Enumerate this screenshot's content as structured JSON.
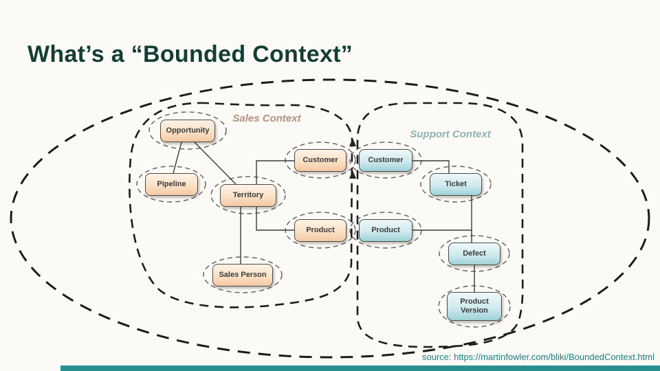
{
  "slide": {
    "title": "What’s a “Bounded Context”",
    "source_text": "source: https://martinfowler.com/bliki/BoundedContext.html"
  },
  "diagram": {
    "context_labels": {
      "sales": "Sales Context",
      "support": "Support Context"
    },
    "entities": [
      {
        "id": "opportunity",
        "label": "Opportunity",
        "context": "sales"
      },
      {
        "id": "pipeline",
        "label": "Pipeline",
        "context": "sales"
      },
      {
        "id": "territory",
        "label": "Territory",
        "context": "sales"
      },
      {
        "id": "sales-person",
        "label": "Sales Person",
        "context": "sales"
      },
      {
        "id": "customer-sales",
        "label": "Customer",
        "context": "sales"
      },
      {
        "id": "product-sales",
        "label": "Product",
        "context": "sales"
      },
      {
        "id": "customer-support",
        "label": "Customer",
        "context": "support"
      },
      {
        "id": "product-support",
        "label": "Product",
        "context": "support"
      },
      {
        "id": "ticket",
        "label": "Ticket",
        "context": "support"
      },
      {
        "id": "defect",
        "label": "Defect",
        "context": "support"
      },
      {
        "id": "product-version",
        "label": "Product Version",
        "context": "support"
      }
    ],
    "relationships": [
      "Opportunity - Pipeline",
      "Opportunity - Territory",
      "Territory - Customer",
      "Territory - Product",
      "Territory - Sales Person",
      "Customer - Ticket",
      "Ticket - Defect",
      "Product - Defect",
      "Defect - Product Version"
    ]
  },
  "colors": {
    "background": "#fbfaf7",
    "title_text": "#143d34",
    "sales_label": "#b3907f",
    "support_label": "#8fb3b1",
    "sales_box_top": "#fdf3e7",
    "sales_box_bottom": "#f4c9a4",
    "support_box_top": "#eef8f9",
    "support_box_bottom": "#9dd2d8",
    "box_border": "#4a4a4a",
    "connector_line": "#3a3a3a",
    "boundary_line": "#1b1b1b",
    "footer_bar": "#2b8f92",
    "source_text": "#1d7f81"
  }
}
